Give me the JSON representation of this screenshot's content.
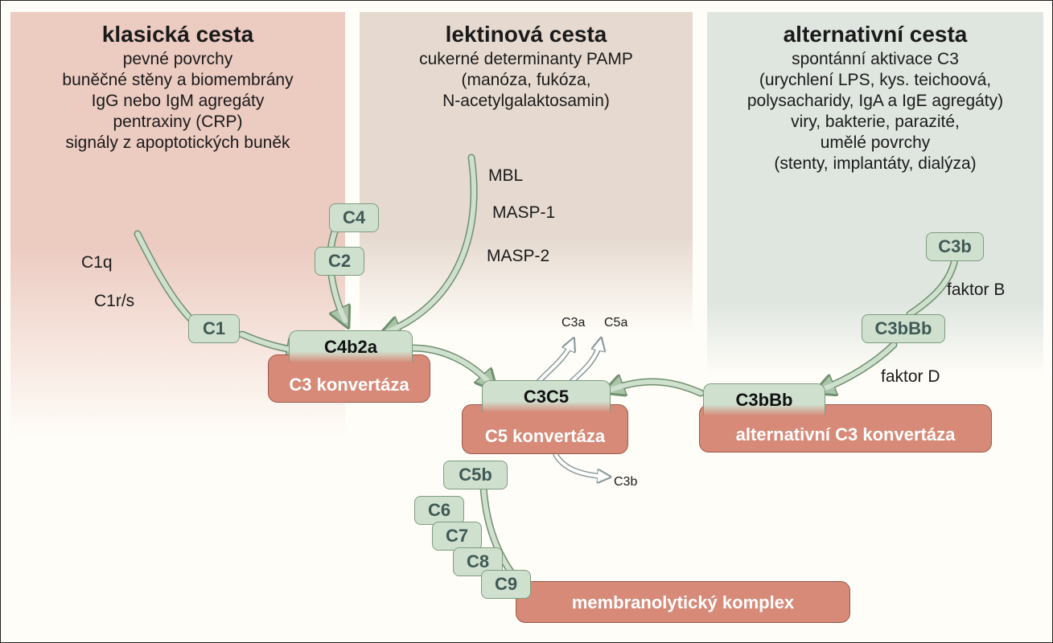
{
  "panels": {
    "classic": {
      "title": "klasická cesta",
      "lines": [
        "pevné povrchy",
        "buněčné stěny a biomembrány",
        "IgG nebo IgM agregáty",
        "pentraxiny (CRP)",
        "signály z apoptotických buněk"
      ]
    },
    "lectin": {
      "title": "lektinová cesta",
      "lines": [
        "cukerné determinanty PAMP",
        "(manóza, fukóza,",
        "N-acetylgalaktosamin)"
      ]
    },
    "alternative": {
      "title": "alternativní cesta",
      "lines": [
        "spontánní aktivace C3",
        "(urychlení LPS, kys. teichoová,",
        "polysacharidy, IgA a IgE agregáty)",
        "viry, bakterie, parazité,",
        "umělé povrchy",
        "(stenty, implantáty, dialýza)"
      ]
    }
  },
  "labels": {
    "c1q": "C1q",
    "c1rs": "C1r/s",
    "mbl": "MBL",
    "masp1": "MASP-1",
    "masp2": "MASP-2",
    "faktor_b": "faktor B",
    "faktor_d": "faktor D",
    "c3a": "C3a",
    "c5a": "C5a",
    "c3b_out": "C3b"
  },
  "nodes": {
    "c1": "C1",
    "c4": "C4",
    "c2": "C2",
    "c4b2a": "C4b2a",
    "c3_convertase": "C3 konvertáza",
    "c3c5": "C3C5",
    "c5_convertase": "C5 konvertáza",
    "c3b_top": "C3b",
    "c3bbb_mid": "C3bBb",
    "c3bbb_complex": "C3bBb",
    "alt_c3_convertase": "alternativní C3 konvertáza",
    "c5b": "C5b",
    "c6": "C6",
    "c7": "C7",
    "c8": "C8",
    "c9": "C9",
    "mac": "membranolytický komplex"
  }
}
